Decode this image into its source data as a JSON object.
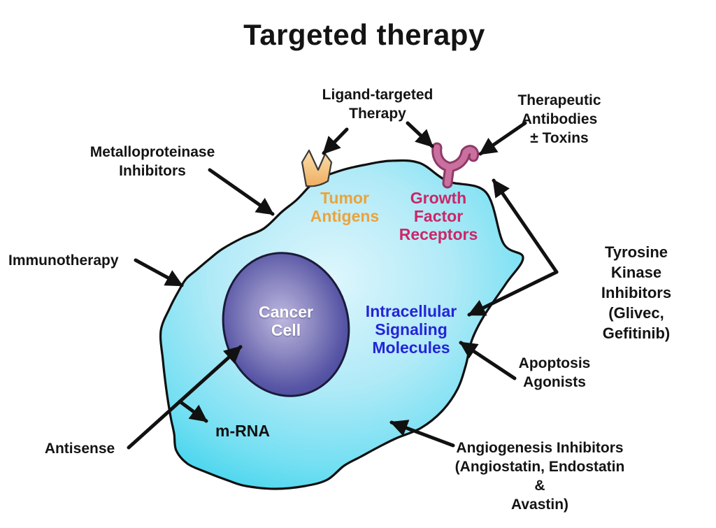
{
  "title": "Targeted therapy",
  "cell": {
    "nucleus_label": "Cancer\nCell",
    "mrna_label": "m-RNA",
    "membrane_labels": {
      "tumor_antigens": "Tumor\nAntigens",
      "growth_factor_receptors": "Growth\nFactor\nReceptors",
      "intracellular_signaling": "Intracellular\nSignaling\nMolecules"
    }
  },
  "therapy_labels": {
    "ligand_targeted": "Ligand-targeted\nTherapy",
    "therapeutic_antibodies": "Therapeutic\nAntibodies\n± Toxins",
    "metalloproteinase_inhibitors": "Metalloproteinase\nInhibitors",
    "immunotherapy": "Immunotherapy",
    "tyrosine_kinase_inhibitors": "Tyrosine Kinase\nInhibitors (Glivec,\nGefitinib)",
    "apoptosis_agonists": "Apoptosis\nAgonists",
    "angiogenesis_inhibitors": "Angiogenesis Inhibitors\n(Angiostatin, Endostatin &\nAvastin)",
    "antisense": "Antisense"
  },
  "colors": {
    "background": "#ffffff",
    "label-text": "#141414",
    "cell-fill-edge": "#3bd2ec",
    "cell-fill-center": "#def6fc",
    "cell-outline": "#101010",
    "nucleus-edge": "#474699",
    "nucleus-center": "#bcb8e0",
    "nucleus-label": "#ffffff",
    "tumor-antigens-text": "#eaa33c",
    "growth-factor-text": "#cb2668",
    "signaling-text": "#2424d8",
    "antigen-fill": "#f6c98f",
    "antigen-outline": "#3a3a3a",
    "receptor-fill": "#c9709f",
    "receptor-shade": "#8e3a68",
    "arrow-color": "#111111"
  }
}
